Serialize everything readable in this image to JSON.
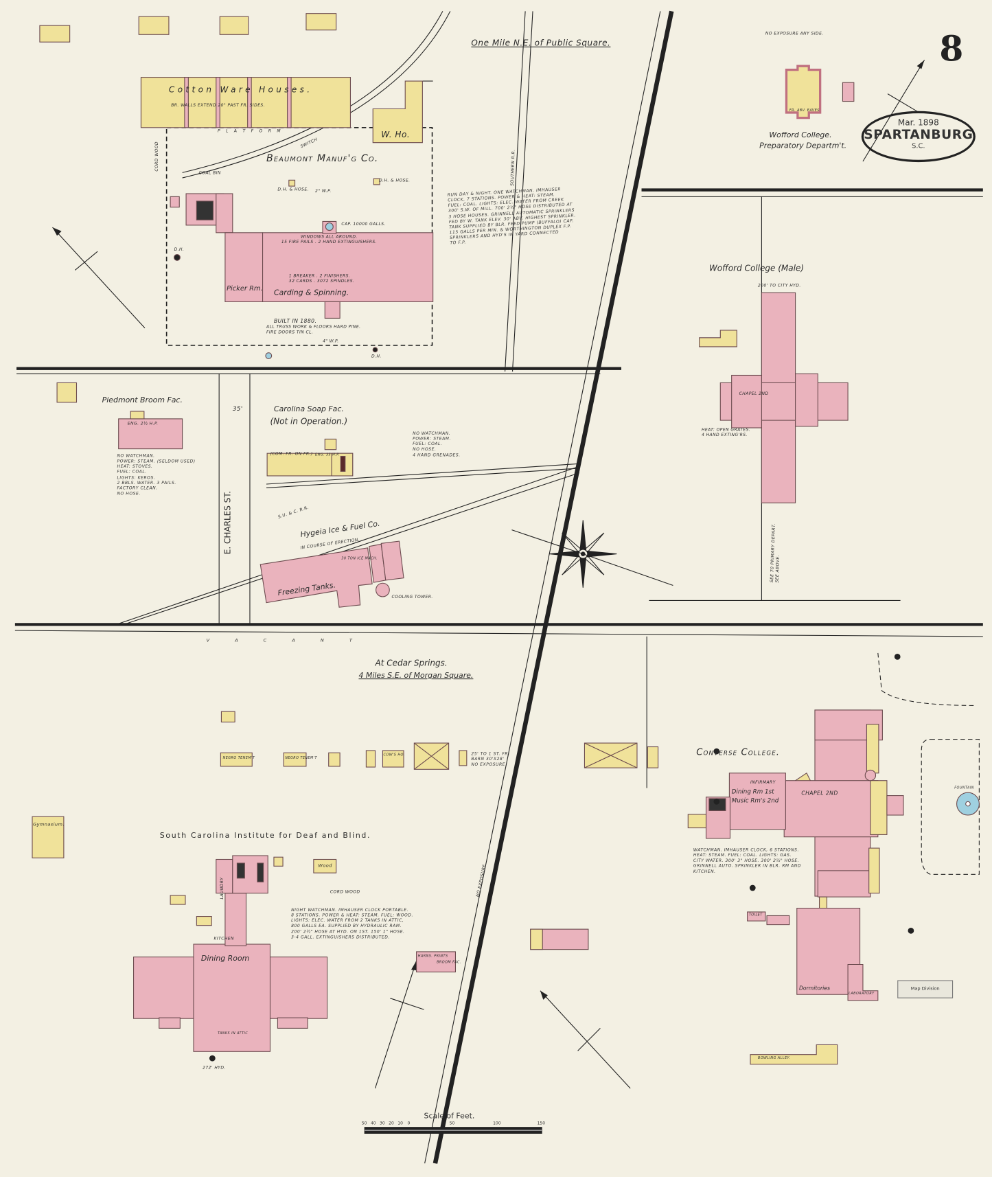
{
  "sheet": {
    "number": "8",
    "date": "Mar. 1898",
    "city": "SPARTANBURG",
    "state": "S.C."
  },
  "colors": {
    "brick": "#eab3bd",
    "frame": "#f0e29a",
    "paper": "#f3f0e3",
    "ink": "#222222",
    "water": "#9fd0e0"
  },
  "labels": {
    "one_mile": "One Mile N.E. of Public Square.",
    "cotton": "Cotton Ware Houses.",
    "cotton_note": "BR. WALLS EXTEND 20\" PAST FR. SIDES.",
    "platform": "P L A T F O R M",
    "switch": "SWITCH",
    "who": "W. Ho.",
    "beaumont": "Beaumont Manuf'g Co.",
    "cord_wood": "CORD WOOD",
    "coal_bin": "COAL BIN",
    "windows": "WINDOWS ALL AROUND.\n15 FIRE PAILS . 2 HAND EXTINGUISHERS.",
    "machines": "1 BREAKER . 2 FINISHERS.\n32 CARDS . 3072 SPINDLES.",
    "picker": "Picker Rm.",
    "carding": "Carding & Spinning.",
    "built": "BUILT IN 1880.",
    "built_note": "ALL TRUSS WORK & FLOORS HARD PINE.\nFIRE DOORS TIN CL.",
    "tank": "CAP. 10000 GALLS.",
    "wp4": "4\" W.P.",
    "wp2": "2\" W.P.",
    "dh": "D.H.",
    "dh_hose": "D.H. & HOSE.",
    "southern_rr": "SOUTHERN R.R.",
    "beaumont_note": "RUN DAY & NIGHT. ONE WATCHMAN. IMHAUSER\nCLOCK, 7 STATIONS. POWER & HEAT: STEAM.\nFUEL: COAL. LIGHTS: ELEC. WATER FROM CREEK\n300' S.W. OF MILL. 700' 2½\" HOSE DISTRIBUTED AT\n3 HOSE HOUSES. GRINNELL AUTOMATIC SPRINKLERS\nFED BY W. TANK ELEV. 30' ABV. HIGHEST SPRINKLER.\nTANK SUPPLIED BY BLR. FEED PUMP (BUFFALO) CAP.\n115 GALLS PER MIN. & WORTHINGTON DUPLEX F.P.\nSPRINKLERS AND HYD'S IN YARD CONNECTED\nTO F.P.",
    "no_exposure": "NO EXPOSURE ANY SIDE.",
    "fr_abv": "FR. ABV. EAVES",
    "wofford_prep_1": "Wofford College.",
    "wofford_prep_2": "Preparatory Departm't.",
    "wofford_male": "Wofford College (Male)",
    "city_hyd": "200' TO CITY HYD.",
    "chapel_w": "CHAPEL 2ND",
    "wofford_note": "HEAT: OPEN GRATES.\n4 HAND EXTING'RS.",
    "primary": "SEE 70 PRIMARY DEPART.\nSEE ABOVE.",
    "piedmont": "Piedmont Broom Fac.",
    "eng": "ENG. 2½ H.P.",
    "piedmont_note": "NO WATCHMAN.\nPOWER: STEAM. (SELDOM USED)\nHEAT: STOVES.\nFUEL: COAL.\nLIGHTS: KEROS.\n2 BBLS. WATER. 3 PAILS.\nFACTORY CLEAN.\nNO HOSE.",
    "width35": "35'",
    "charles": "E. CHARLES ST.",
    "soap": "Carolina Soap Fac.",
    "not_op": "(Not in Operation.)",
    "soap_inner": "(COM. FR. ON FR.)",
    "soap_eng": "ENG. 35 H.P.",
    "soap_note": "NO WATCHMAN.\nPOWER: STEAM.\nFUEL: COAL.\nNO HOSE.\n4 HAND GRENADES.",
    "sucrr": "S.U. & C. R.R.",
    "hygeia": "Hygeia Ice & Fuel Co.",
    "erection": "IN COURSE OF ERECTION.",
    "ice": "30 TON ICE MACH.",
    "freezing": "Freezing Tanks.",
    "cooling": "COOLING TOWER.",
    "vacant": "V A C A N T",
    "cedar": "At Cedar Springs.",
    "cedar2": "4 Miles S.E. of Morgan Square.",
    "negro1": "NEGRO TENEM'T",
    "negro2": "NEGRO TENEM'T",
    "cow": "COW'S HO.",
    "no_exp2": "25' TO 1 ST. FR.\nBARN 30'X28'\nNO EXPOSURE",
    "gymnasium": "Gymnasium.",
    "institute": "South Carolina Institute for Deaf and Blind.",
    "laundry": "LAUNDRY",
    "kitchen": "KITCHEN",
    "dining_sc": "Dining Room",
    "tanks": "TANKS IN ATTIC",
    "wood": "Wood",
    "cord_wood2": "CORD WOOD",
    "harness": "HARNS. PRINTS",
    "broom": "BROOM FAC.",
    "hyd_sc": "272' HYD.",
    "institute_note": "NIGHT WATCHMAN. IMHAUSER CLOCK PORTABLE.\n8 STATIONS. POWER & HEAT: STEAM. FUEL: WOOD.\nLIGHTS: ELEC. WATER FROM 2 TANKS IN ATTIC,\n800 GALLS EA. SUPPLIED BY HYDRAULIC RAM.\n200' 2½\" HOSE AT HYD. ON 1ST. 150' 1\" HOSE.\n3-4 GALL. EXTINGUISHERS DISTRIBUTED.",
    "no_exposure_rd": "NO EXPOSURE",
    "converse": "Converse College.",
    "infirmary": "INFIRMARY",
    "dining_cc": "Dining Rm 1st",
    "music": "Music Rm's 2nd",
    "chapel_cc": "CHAPEL 2ND",
    "converse_note": "WATCHMAN. IMHAUSER CLOCK, 6 STATIONS.\nHEAT: STEAM. FUEL: COAL. LIGHTS: GAS.\nCITY WATER. 300' 3\" HOSE. 300' 2½\" HOSE.\nGRINNELL AUTO. SPRINKLER IN BLR. RM AND\nKITCHEN.",
    "fountain": "FOUNTAIN",
    "dormitories": "Dormitories",
    "toilet": "TOILET",
    "laboratory": "LABORATORY",
    "bowling": "BOWLING ALLEY.",
    "scale_title": "Scale of Feet.",
    "stamp": "Map Division"
  },
  "scale_ticks": [
    "50",
    "40",
    "30",
    "20",
    "10",
    "0",
    "50",
    "100",
    "150"
  ]
}
